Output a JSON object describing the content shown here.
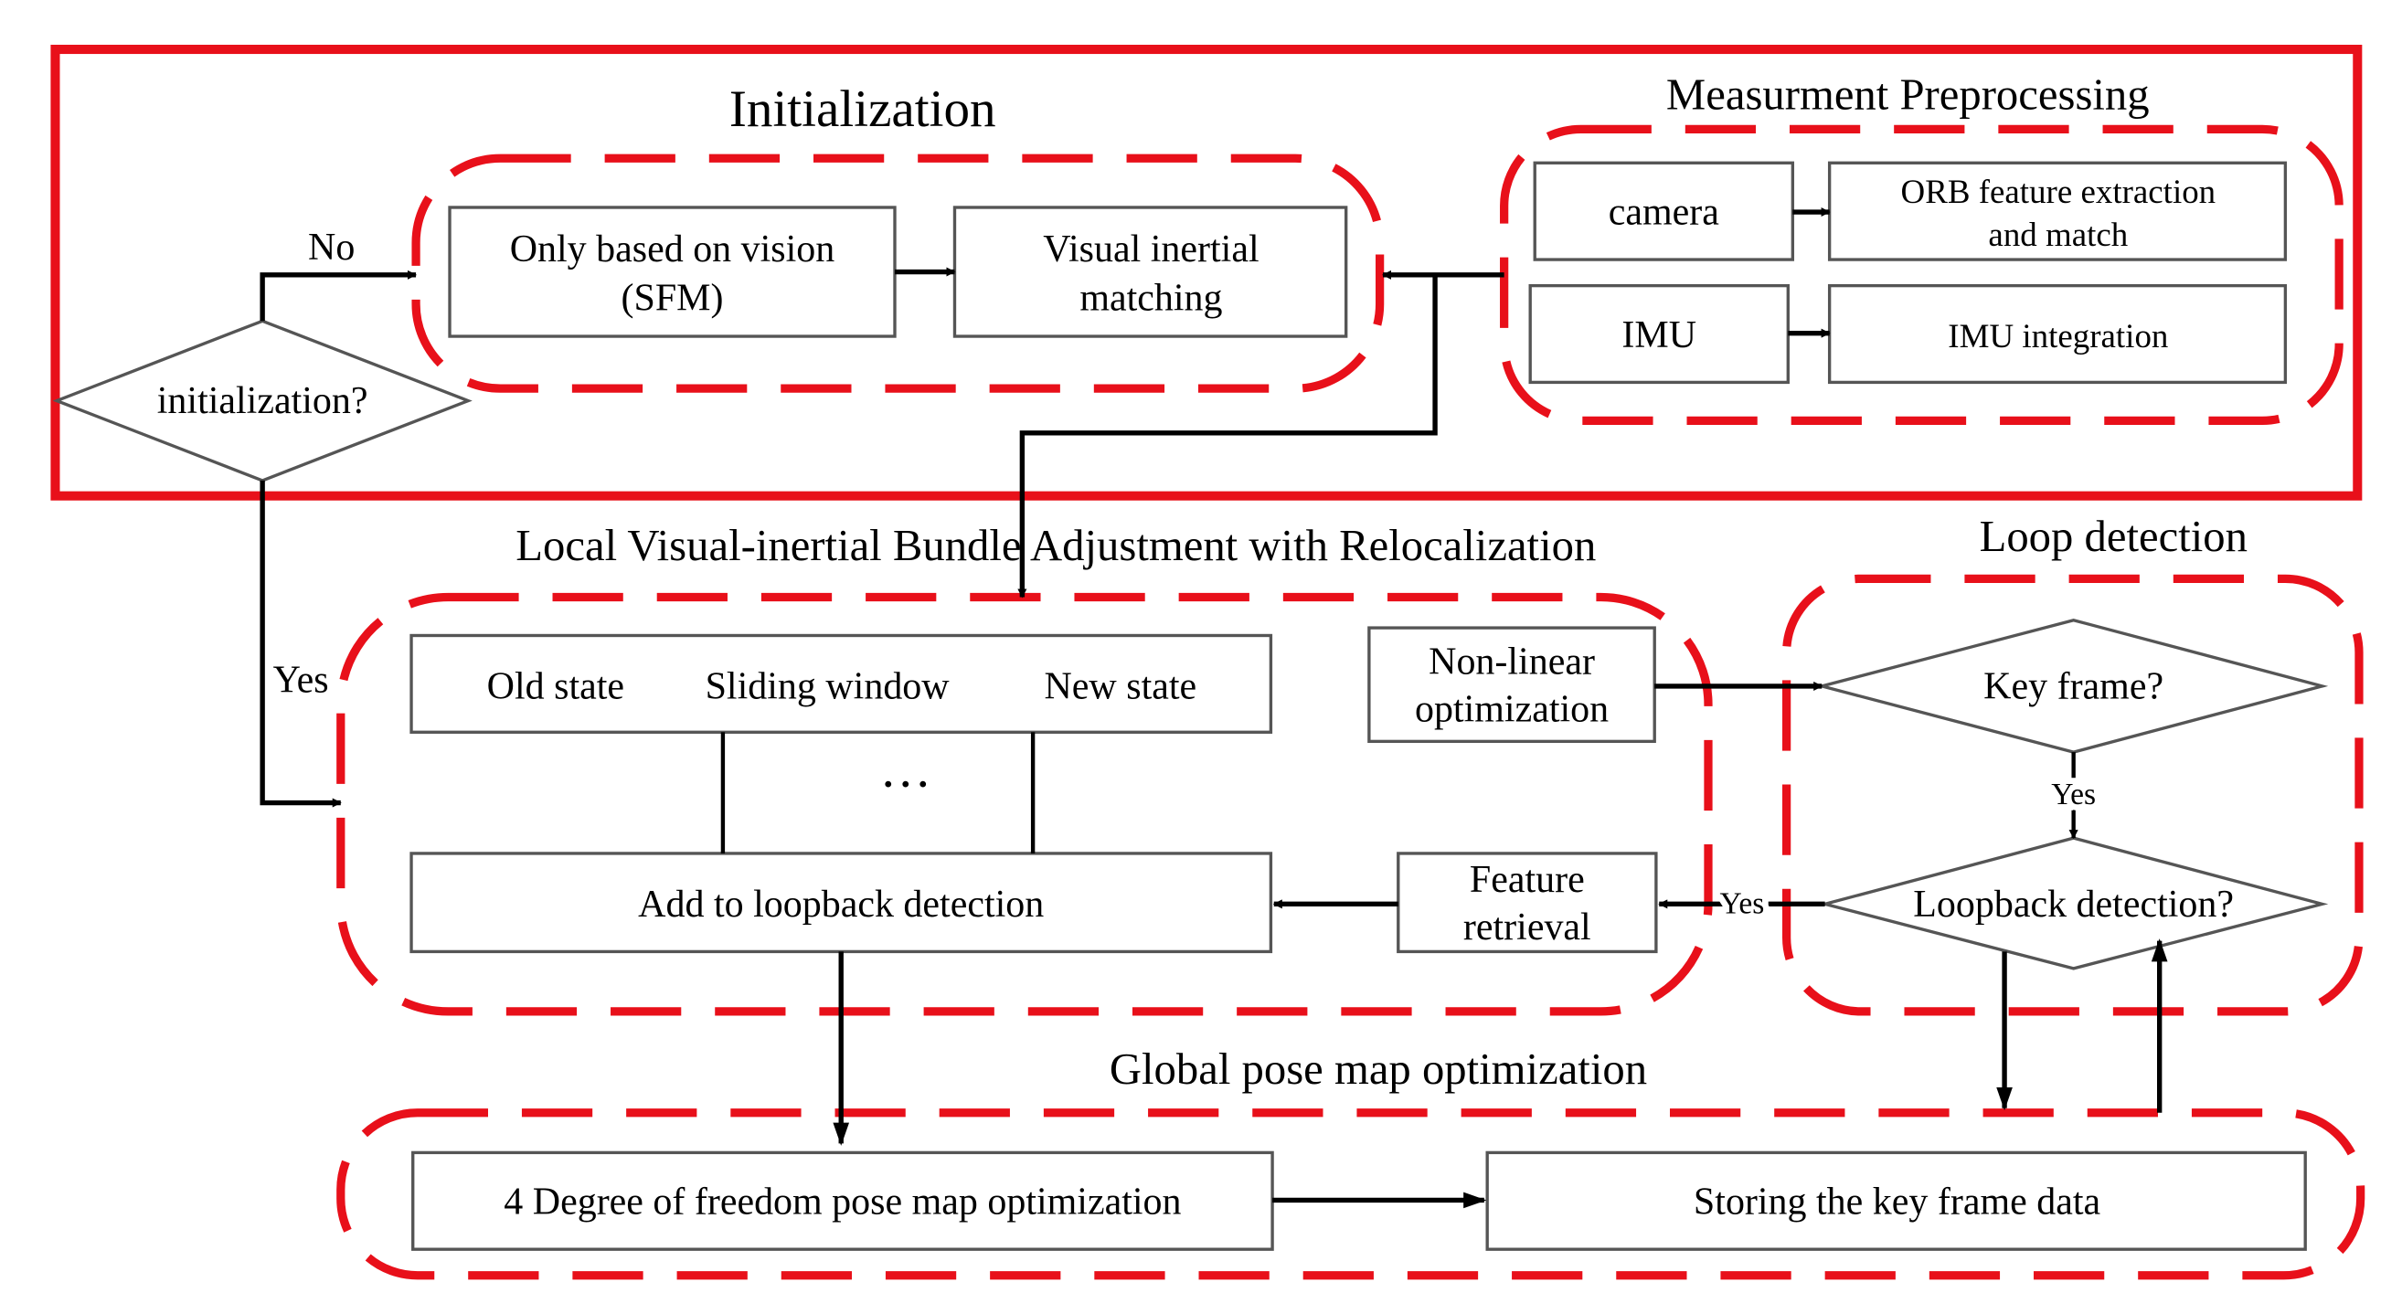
{
  "sections": {
    "initialization": "Initialization",
    "measurement": "Measurment Preprocessing",
    "local_ba": "Local Visual-inertial Bundle Adjustment with Relocalization",
    "loop_detection": "Loop detection",
    "global_pose": "Global pose map optimization"
  },
  "nodes": {
    "only_vision_1": "Only based on vision",
    "only_vision_2": "(SFM)",
    "visual_inertial_1": "Visual inertial",
    "visual_inertial_2": "matching",
    "camera": "camera",
    "orb_1": "ORB feature extraction",
    "orb_2": "and match",
    "imu": "IMU",
    "imu_integration": "IMU integration",
    "initialization_q": "initialization?",
    "old_state": "Old state",
    "sliding_window": "Sliding window",
    "new_state": "New state",
    "ellipsis": "···",
    "nonlinear_1": "Non-linear",
    "nonlinear_2": "optimization",
    "add_loopback": "Add to loopback detection",
    "feature_1": "Feature",
    "feature_2": "retrieval",
    "key_frame_q": "Key frame?",
    "loopback_q": "Loopback detection?",
    "dof_opt": "4 Degree of freedom pose map optimization",
    "storing": "Storing the key frame data"
  },
  "edge_labels": {
    "no": "No",
    "yes_init": "Yes",
    "yes_key": "Yes",
    "yes_loop": "Yes"
  },
  "colors": {
    "frame_red": "#e8101a",
    "box_border": "#555555",
    "arrow": "#000000"
  }
}
